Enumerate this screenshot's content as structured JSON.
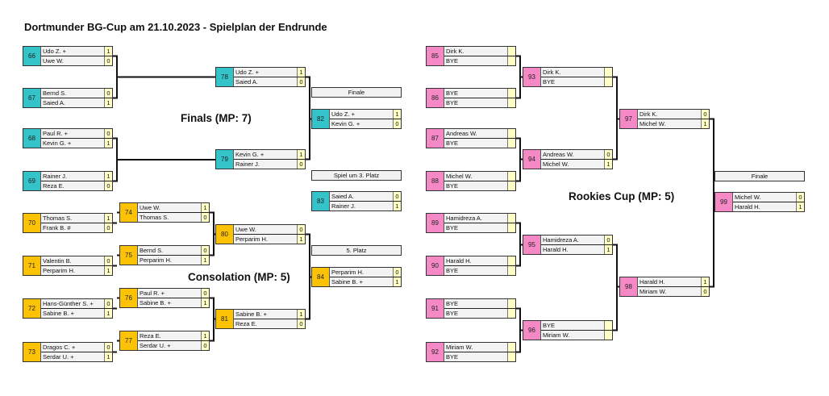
{
  "title": "Dortmunder BG-Cup am 21.10.2023 - Spielplan der Endrunde",
  "sections": {
    "finals": "Finals (MP: 7)",
    "consolation": "Consolation (MP: 5)",
    "rookies": "Rookies Cup (MP: 5)"
  },
  "labels": {
    "finale_main": "Finale",
    "third_place": "Spiel um 3. Platz",
    "fifth_place": "5. Platz",
    "finale_rookies": "Finale"
  },
  "colors": {
    "finals": "#33c3c8",
    "consolation": "#fbc206",
    "rookies": "#f589c6",
    "score_bg": "#ffffc6"
  },
  "matches": {
    "m66": {
      "num": "66",
      "p1": "Udo Z. +",
      "s1": "1",
      "p2": "Uwe W.",
      "s2": "0"
    },
    "m67": {
      "num": "67",
      "p1": "Bernd S.",
      "s1": "0",
      "p2": "Saied A.",
      "s2": "1"
    },
    "m68": {
      "num": "68",
      "p1": "Paul R. +",
      "s1": "0",
      "p2": "Kevin G. +",
      "s2": "1"
    },
    "m69": {
      "num": "69",
      "p1": "Rainer J.",
      "s1": "1",
      "p2": "Reza E.",
      "s2": "0"
    },
    "m78": {
      "num": "78",
      "p1": "Udo Z. +",
      "s1": "1",
      "p2": "Saied A.",
      "s2": "0"
    },
    "m79": {
      "num": "79",
      "p1": "Kevin G. +",
      "s1": "1",
      "p2": "Rainer J.",
      "s2": "0"
    },
    "m82": {
      "num": "82",
      "p1": "Udo Z. +",
      "s1": "1",
      "p2": "Kevin G. +",
      "s2": "0"
    },
    "m83": {
      "num": "83",
      "p1": "Saied A.",
      "s1": "0",
      "p2": "Rainer J.",
      "s2": "1"
    },
    "m70": {
      "num": "70",
      "p1": "Thomas S.",
      "s1": "1",
      "p2": "Frank B. #",
      "s2": "0"
    },
    "m71": {
      "num": "71",
      "p1": "Valentin B.",
      "s1": "0",
      "p2": "Perparim H.",
      "s2": "1"
    },
    "m72": {
      "num": "72",
      "p1": "Hans-Günther S. +",
      "s1": "0",
      "p2": "Sabine B. +",
      "s2": "1"
    },
    "m73": {
      "num": "73",
      "p1": "Dragos C. +",
      "s1": "0",
      "p2": "Serdar U. +",
      "s2": "1"
    },
    "m74": {
      "num": "74",
      "p1": "Uwe W.",
      "s1": "1",
      "p2": "Thomas S.",
      "s2": "0"
    },
    "m75": {
      "num": "75",
      "p1": "Bernd S.",
      "s1": "0",
      "p2": "Perparim H.",
      "s2": "1"
    },
    "m76": {
      "num": "76",
      "p1": "Paul R. +",
      "s1": "0",
      "p2": "Sabine B. +",
      "s2": "1"
    },
    "m77": {
      "num": "77",
      "p1": "Reza E.",
      "s1": "1",
      "p2": "Serdar U. +",
      "s2": "0"
    },
    "m80": {
      "num": "80",
      "p1": "Uwe W.",
      "s1": "0",
      "p2": "Perparim H.",
      "s2": "1"
    },
    "m81": {
      "num": "81",
      "p1": "Sabine B. +",
      "s1": "1",
      "p2": "Reza E.",
      "s2": "0"
    },
    "m84": {
      "num": "84",
      "p1": "Perparim H.",
      "s1": "0",
      "p2": "Sabine B. +",
      "s2": "1"
    },
    "m85": {
      "num": "85",
      "p1": "Dirk K.",
      "s1": "",
      "p2": "BYE",
      "s2": ""
    },
    "m86": {
      "num": "86",
      "p1": "BYE",
      "s1": "",
      "p2": "BYE",
      "s2": ""
    },
    "m87": {
      "num": "87",
      "p1": "Andreas W.",
      "s1": "",
      "p2": "BYE",
      "s2": ""
    },
    "m88": {
      "num": "88",
      "p1": "Michel W.",
      "s1": "",
      "p2": "BYE",
      "s2": ""
    },
    "m89": {
      "num": "89",
      "p1": "Hamidreza A.",
      "s1": "",
      "p2": "BYE",
      "s2": ""
    },
    "m90": {
      "num": "90",
      "p1": "Harald H.",
      "s1": "",
      "p2": "BYE",
      "s2": ""
    },
    "m91": {
      "num": "91",
      "p1": "BYE",
      "s1": "",
      "p2": "BYE",
      "s2": ""
    },
    "m92": {
      "num": "92",
      "p1": "Miriam W.",
      "s1": "",
      "p2": "BYE",
      "s2": ""
    },
    "m93": {
      "num": "93",
      "p1": "Dirk K.",
      "s1": "",
      "p2": "BYE",
      "s2": ""
    },
    "m94": {
      "num": "94",
      "p1": "Andreas W.",
      "s1": "0",
      "p2": "Michel W.",
      "s2": "1"
    },
    "m95": {
      "num": "95",
      "p1": "Hamidreza A.",
      "s1": "0",
      "p2": "Harald H.",
      "s2": "1"
    },
    "m96": {
      "num": "96",
      "p1": "BYE",
      "s1": "",
      "p2": "Miriam W.",
      "s2": ""
    },
    "m97": {
      "num": "97",
      "p1": "Dirk K.",
      "s1": "0",
      "p2": "Michel W.",
      "s2": "1"
    },
    "m98": {
      "num": "98",
      "p1": "Harald H.",
      "s1": "1",
      "p2": "Miriam W.",
      "s2": "0"
    },
    "m99": {
      "num": "99",
      "p1": "Michel W.",
      "s1": "0",
      "p2": "Harald H.",
      "s2": "1"
    }
  }
}
